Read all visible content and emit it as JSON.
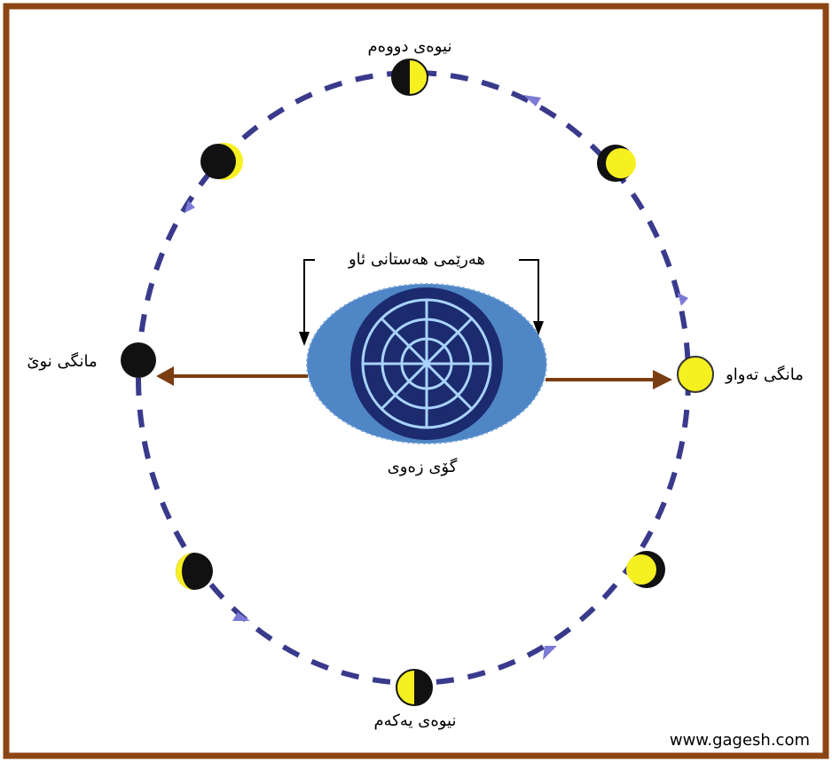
{
  "labels": {
    "first_quarter": "نیوەی یەکەم",
    "last_quarter": "نیوەی دووەم",
    "new_moon": "مانگی نوێ",
    "full_moon": "مانگی تەواو",
    "earth": "گۆی زەوی",
    "atmosphere": "هەرێمی هەستانی ئاو"
  },
  "watermark": "www.gagesh.com",
  "colors": {
    "border": "#8B4513",
    "orbit": "#3a3a8c",
    "orbit_arrow": "#7b7bd6",
    "arrow": "#7a3e12",
    "moon_lit": "#f7f021",
    "moon_dark": "#111111",
    "earth_outer": "#4f86c6",
    "earth_inner": "#1c2a6e",
    "earth_lines": "#a9d3ff"
  },
  "moon_phases": [
    {
      "name": "new-moon",
      "icon": "new-moon-icon"
    },
    {
      "name": "waxing-crescent",
      "icon": "waxing-crescent-moon-icon"
    },
    {
      "name": "first-quarter",
      "icon": "first-quarter-moon-icon"
    },
    {
      "name": "waxing-gibbous",
      "icon": "waxing-gibbous-moon-icon"
    },
    {
      "name": "full-moon",
      "icon": "full-moon-icon"
    },
    {
      "name": "waning-gibbous",
      "icon": "waning-gibbous-moon-icon"
    },
    {
      "name": "last-quarter",
      "icon": "last-quarter-moon-icon"
    },
    {
      "name": "waning-crescent",
      "icon": "waning-crescent-moon-icon"
    }
  ]
}
